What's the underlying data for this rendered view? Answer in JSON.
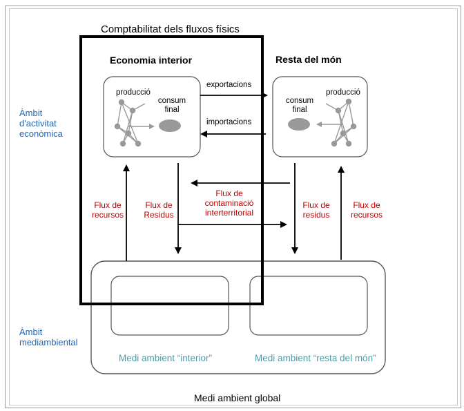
{
  "title": "Comptabilitat dels fluxos físics",
  "economy": {
    "interior": "Economia interior",
    "rest": "Resta del món",
    "production": "producció",
    "final_consumption_line1": "consum",
    "final_consumption_line2": "final"
  },
  "flows": {
    "exports": "exportacions",
    "imports": "importacions",
    "resources_left": [
      "Flux de",
      "recursos"
    ],
    "residues_left": [
      "Flux de",
      "Residus"
    ],
    "transboundary": [
      "Flux de",
      "contaminació",
      "interterritorial"
    ],
    "residues_right": [
      "Flux de",
      "residus"
    ],
    "resources_right": [
      "Flux de",
      "recursos"
    ]
  },
  "side_labels": {
    "economic_scope": [
      "Àmbit",
      "d'activitat",
      "econòmica"
    ],
    "environmental_scope": [
      "Àmbit",
      "mediambiental"
    ]
  },
  "environment": {
    "interior": "Medi ambient “interior”",
    "rest": "Medi ambient “resta del món”",
    "global": "Medi ambient global"
  },
  "colors": {
    "side_label": "#1f66b5",
    "flow_label": "#c00000",
    "environment_label": "#4e9aa6"
  }
}
